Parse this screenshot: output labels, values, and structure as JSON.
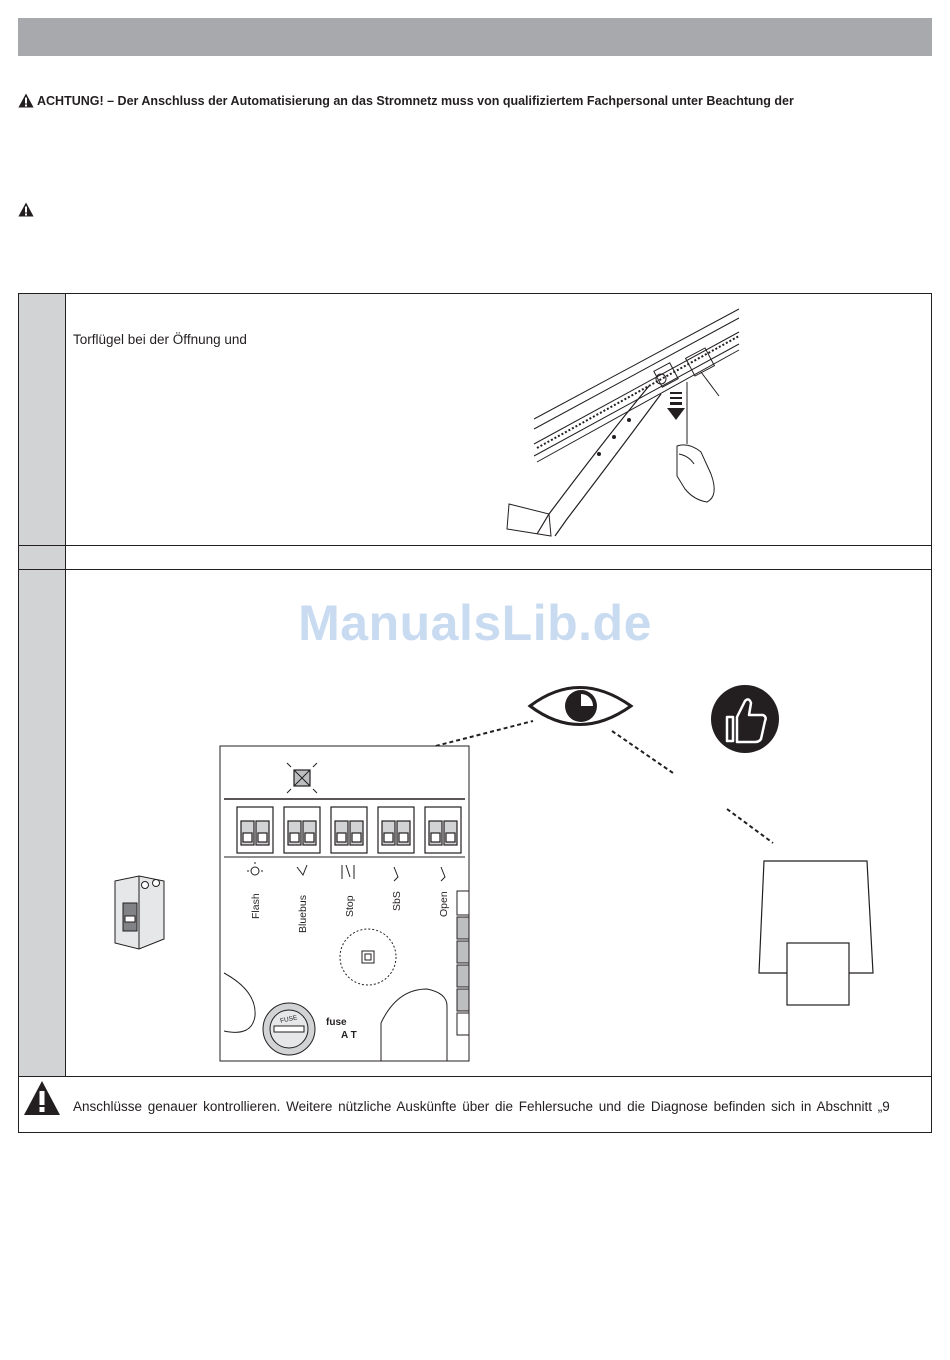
{
  "warning": {
    "text": "ACHTUNG! – Der Anschluss der Automatisierung an das Stromnetz muss von qualifiziertem Fachpersonal unter Beachtung der"
  },
  "row1": {
    "text": "Torflügel bei der Öffnung und"
  },
  "watermark": "ManualsLib.de",
  "board": {
    "terminal_labels": [
      "Flash",
      "Bluebus",
      "Stop",
      "SbS",
      "Open"
    ],
    "fuse_badge": "FUSE",
    "fuse_label": "fuse",
    "fuse_rating": "A T"
  },
  "row4": {
    "text": "Anschlüsse genauer kontrollieren. Weitere nützliche Auskünfte über die Fehlersuche und die Diagnose befinden sich in Abschnitt „9"
  },
  "icons": [
    "warning-icon",
    "eye-icon",
    "thumbs-up-icon",
    "circuit-breaker-icon",
    "lamp-icon"
  ]
}
